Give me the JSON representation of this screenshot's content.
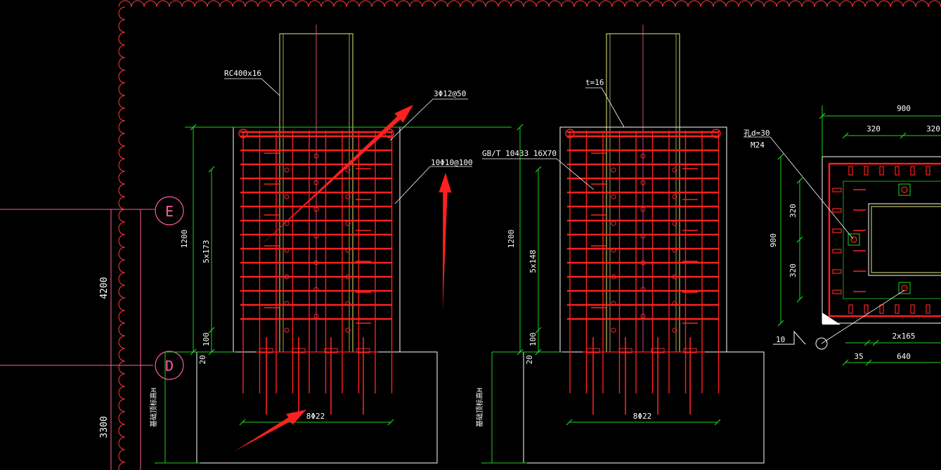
{
  "colors": {
    "background": "#000000",
    "rebar": "#ff2020",
    "column": "#e6e67a",
    "outline": "#ffffff",
    "dimension": "#1fd41f",
    "axis": "#ff5aa0",
    "cloud": "#ff3b3b",
    "arrow": "#ff2020",
    "text": "#ffffff"
  },
  "grid": {
    "axis_e": "E",
    "axis_d": "D",
    "dim_4200": "4200",
    "dim_3300": "3300"
  },
  "detail_a": {
    "label_column": "RC400x16",
    "label_stirrup_top": "3Φ12@50",
    "label_stirrup": "10Φ10@100",
    "dim_height": "1200",
    "dim_spacing": "5x173",
    "dim_bottom": "100",
    "dim_20": "20",
    "label_base_elev": "基础顶标高H",
    "label_bars": "8Φ22"
  },
  "detail_b": {
    "label_thickness": "t=16",
    "label_stud": "GB/T 10433  16X70",
    "dim_height": "1200",
    "dim_spacing": "5x148",
    "dim_bottom": "100",
    "dim_20": "20",
    "label_base_elev": "基础顶标高H",
    "label_bars": "8Φ22"
  },
  "plan": {
    "dim_top_total": "900",
    "dim_top_a": "320",
    "dim_top_b": "320",
    "label_hole": "孔d=30",
    "label_bolt": "M24",
    "dim_left_total": "900",
    "dim_left_a": "320",
    "dim_left_b": "320",
    "label_weld": "10",
    "dim_bottom_a": "2x165",
    "dim_bottom_b": "640",
    "dim_bottom_c": "35"
  }
}
